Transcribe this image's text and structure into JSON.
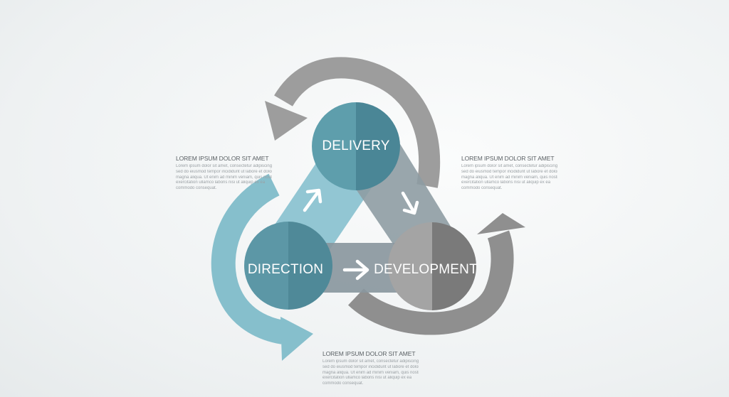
{
  "nodes": {
    "delivery": "DELIVERY",
    "direction": "DIRECTION",
    "development": "DEVELOPMENT"
  },
  "text_blocks": [
    {
      "heading": "LOREM IPSUM DOLOR SIT AMET",
      "lines": [
        "Lorem ipsum dolor sit amet, consectetur adipiscing elit,",
        "sed do eiusmod tempor incididunt ut labore et dolore",
        "magna aliqua. Ut enim ad minim veniam, quis nostrud",
        "exercitation ullamco laboris nisi ut aliquip ex ea",
        "commodo consequat."
      ]
    },
    {
      "heading": "LOREM IPSUM DOLOR SIT AMET",
      "lines": [
        "Lorem ipsum dolor sit amet, consectetur adipiscing elit,",
        "sed do eiusmod tempor incididunt ut labore et dolore",
        "magna aliqua. Ut enim ad minim veniam, quis nostrud",
        "exercitation ullamco laboris nisi ut aliquip ex ea",
        "commodo consequat."
      ]
    },
    {
      "heading": "LOREM IPSUM DOLOR SIT AMET",
      "lines": [
        "Lorem ipsum dolor sit amet, consectetur adipiscing elit,",
        "sed do eiusmod tempor incididunt ut labore et dolore",
        "magna aliqua. Ut enim ad minim veniam, quis nostrud",
        "exercitation ullamco laboris nisi ut aliquip ex ea",
        "commodo consequat."
      ]
    }
  ],
  "colors": {
    "teal_light": "#86bfcc",
    "teal_mid": "#5f9aa8",
    "teal_dark": "#4b8494",
    "gray_light": "#a3a3a3",
    "gray_dark": "#7c7c7c",
    "link_gray": "#8f9aa0"
  }
}
